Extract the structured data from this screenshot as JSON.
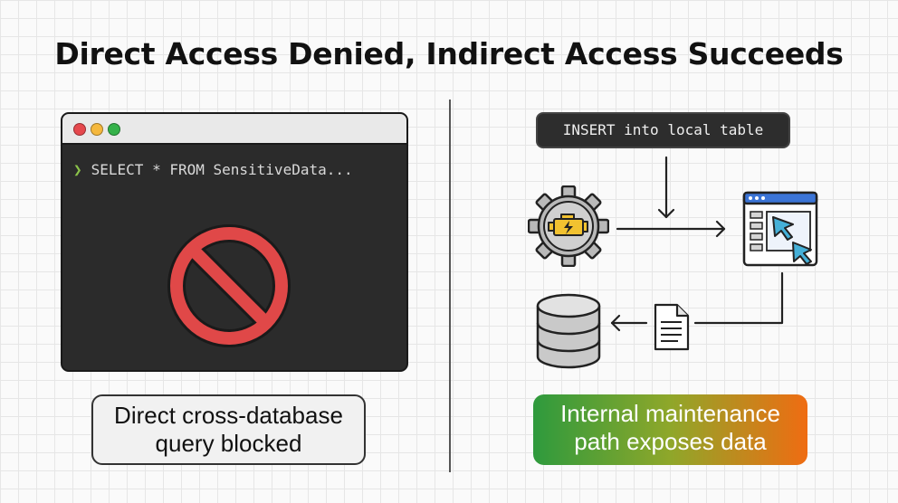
{
  "title": "Direct Access Denied, Indirect Access Succeeds",
  "left_panel": {
    "terminal": {
      "prompt_icon": "chevron-right-icon",
      "command": "SELECT * FROM SensitiveData...",
      "window_dots": [
        "#e5484d",
        "#f5b83d",
        "#35b24a"
      ],
      "blocked_icon": "prohibited-icon",
      "blocked_color": "#e04848"
    },
    "caption_line1": "Direct cross-database",
    "caption_line2": "query blocked"
  },
  "right_panel": {
    "sql_label": "INSERT into local table",
    "icons": {
      "engine": "engine-gear-icon",
      "app_window": "app-window-cursor-icon",
      "database": "database-icon",
      "document": "document-icon"
    },
    "caption_line1": "Internal maintenance",
    "caption_line2": "path exposes data",
    "caption_gradient": [
      "#2e9a3d",
      "#ef6c12"
    ]
  }
}
